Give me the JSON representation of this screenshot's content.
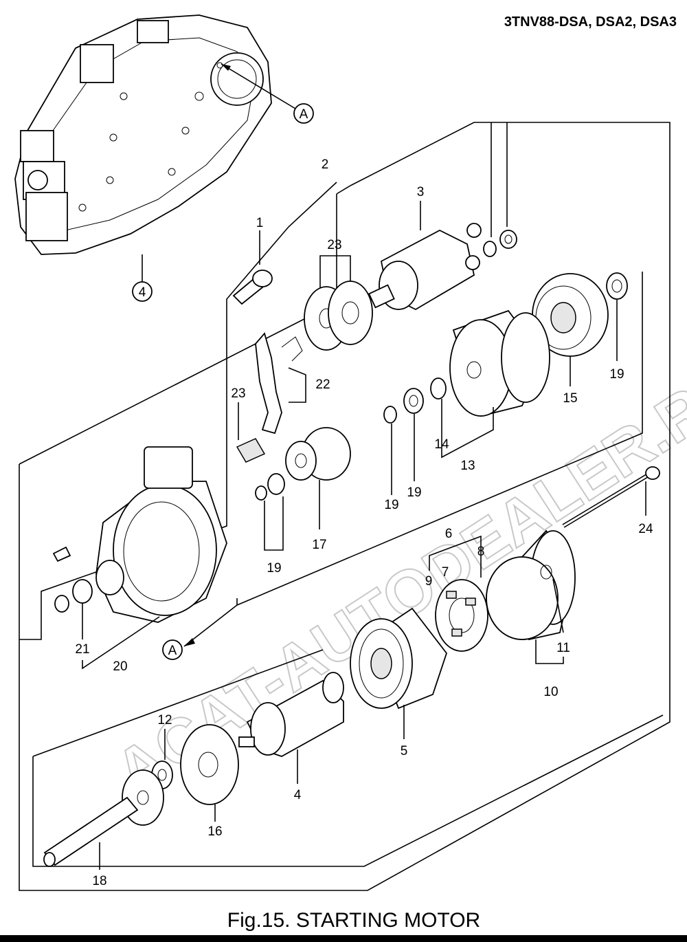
{
  "model_header": "3TNV88-DSA, DSA2, DSA3",
  "caption": "Fig.15.  STARTING MOTOR",
  "reference_marker": "A",
  "watermark": "ACAT-AUTODEALER.RU",
  "callouts": {
    "c1": "1",
    "c2": "2",
    "c3": "3",
    "c4a": "4",
    "c4b": "4",
    "c5": "5",
    "c6": "6",
    "c7": "7",
    "c8": "8",
    "c9": "9",
    "c10": "10",
    "c11": "11",
    "c12": "12",
    "c13": "13",
    "c14": "14",
    "c15": "15",
    "c16": "16",
    "c17": "17",
    "c18": "18",
    "c19a": "19",
    "c19b": "19",
    "c19c": "19",
    "c19d": "19",
    "c20": "20",
    "c21": "21",
    "c22": "22",
    "c23a": "23",
    "c23b": "23",
    "c24": "24"
  }
}
